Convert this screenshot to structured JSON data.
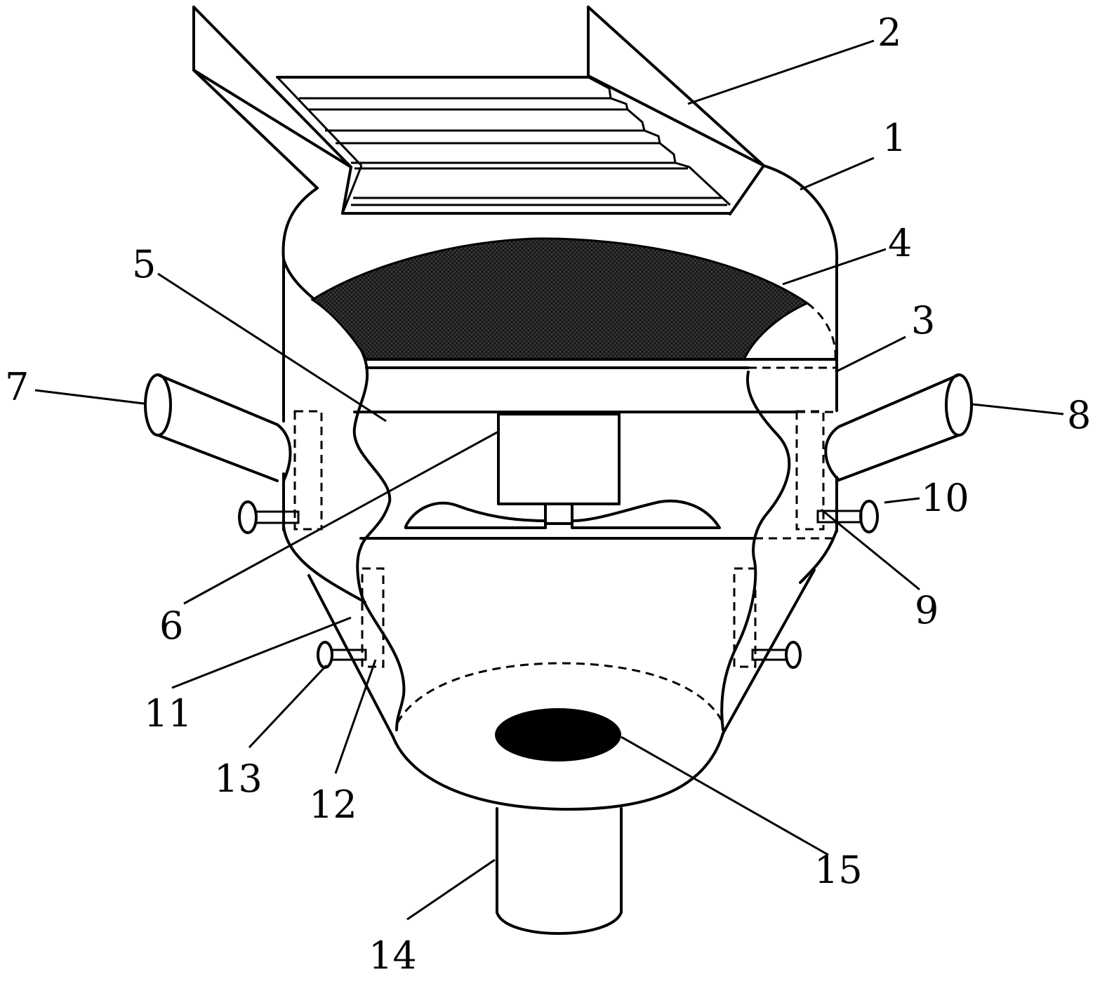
{
  "colors": {
    "line": "#000000",
    "background": "#ffffff",
    "filter_fill": "#2b2b2b",
    "outlet_fill": "#000000"
  },
  "labels": {
    "l1": "1",
    "l2": "2",
    "l3": "3",
    "l4": "4",
    "l5": "5",
    "l6": "6",
    "l7": "7",
    "l8": "8",
    "l9": "9",
    "l10": "10",
    "l11": "11",
    "l12": "12",
    "l13": "13",
    "l14": "14",
    "l15": "15"
  }
}
